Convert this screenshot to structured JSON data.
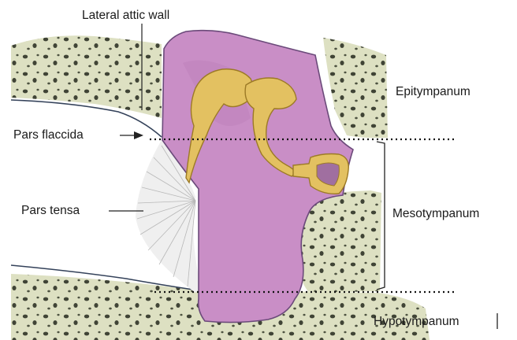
{
  "labels": {
    "lateral_attic_wall": "Lateral attic wall",
    "pars_flaccida": "Pars flaccida",
    "pars_tensa": "Pars tensa",
    "epitympanum": "Epitympanum",
    "mesotympanum": "Mesotympanum",
    "hypotympanum": "Hypotympanum"
  },
  "colors": {
    "bone": "#dde0c2",
    "bone_pore": "#2f3326",
    "cavity": "#c98ec6",
    "cavity_edge": "#6b4a7a",
    "ossicle": "#e3c161",
    "ossicle_edge": "#9c7a26",
    "membrane": "#cccccc",
    "leader": "#222222"
  }
}
